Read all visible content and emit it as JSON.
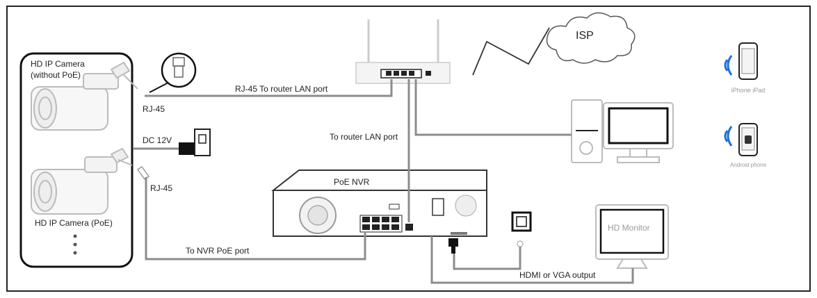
{
  "labels": {
    "camera_no_poe": "HD IP Camera",
    "camera_no_poe_sub": "(without PoE)",
    "rj45_top": "RJ-45",
    "rj45_bottom": "RJ-45",
    "dc12v": "DC 12V",
    "rj45_router": "RJ-45 To router LAN port",
    "to_router_lan": "To router LAN port",
    "isp": "ISP",
    "iphone_ipad": "iPhone iPad",
    "android": "Android phone",
    "poe_nvr": "PoE NVR",
    "camera_poe": "HD IP Camera (PoE)",
    "to_nvr_poe": "To NVR PoE port",
    "hd_monitor": "HD Monitor",
    "hdmi_vga": "HDMI or VGA output"
  },
  "icons": [
    "camera-icon",
    "router-icon",
    "cloud-icon",
    "pc-icon",
    "phone-icon",
    "nvr-icon",
    "monitor-icon",
    "power-outlet-icon",
    "power-adapter-icon"
  ],
  "colors": {
    "line": "#8c8c8c",
    "device": "#c8c8c8",
    "dark": "#111111",
    "wifi": "#1e6fd9"
  }
}
